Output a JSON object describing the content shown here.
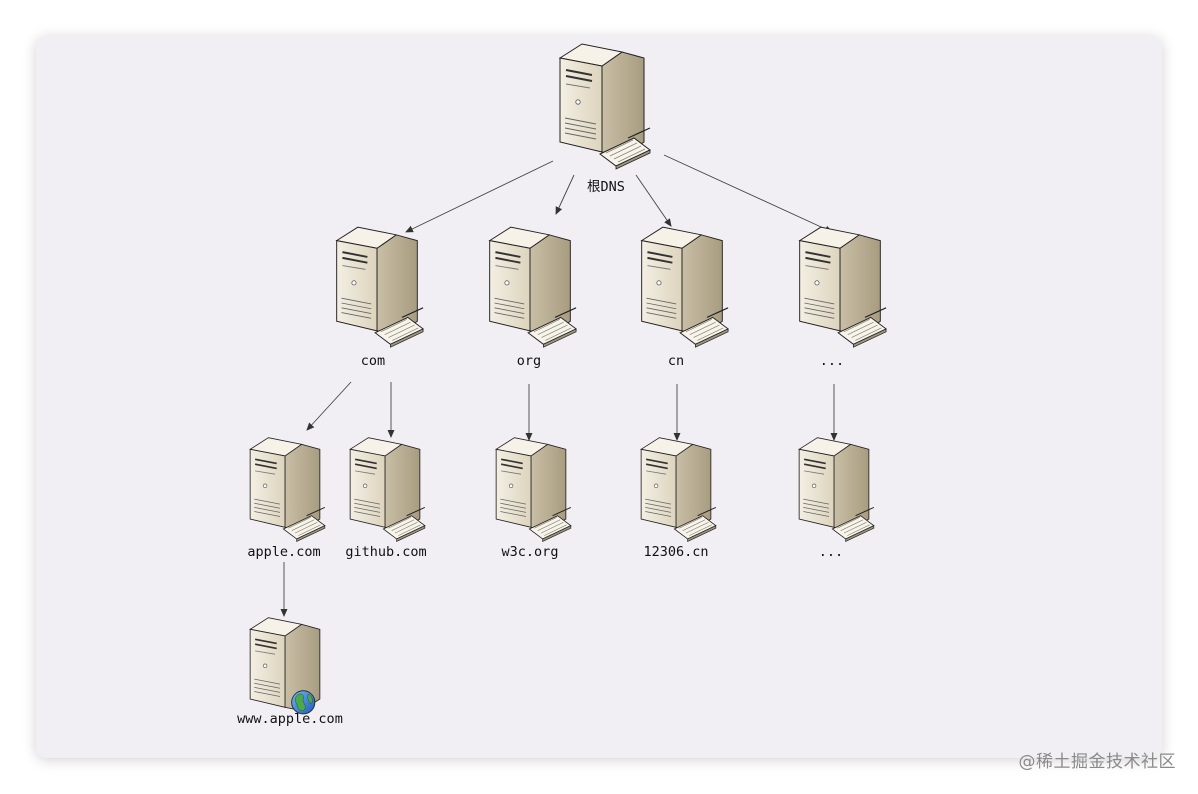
{
  "nodes": {
    "root": "根DNS",
    "com": "com",
    "org": "org",
    "cn": "cn",
    "more_tld": "...",
    "apple": "apple.com",
    "github": "github.com",
    "w3c": "w3c.org",
    "n12306": "12306.cn",
    "more_domain": "...",
    "www_apple": "www.apple.com"
  },
  "watermark": "@稀土掘金技术社区",
  "colors": {
    "server_body": "#ede6d4",
    "server_side": "#b9ae95",
    "edge": "#444444",
    "card_bg": "#f2eff4"
  }
}
